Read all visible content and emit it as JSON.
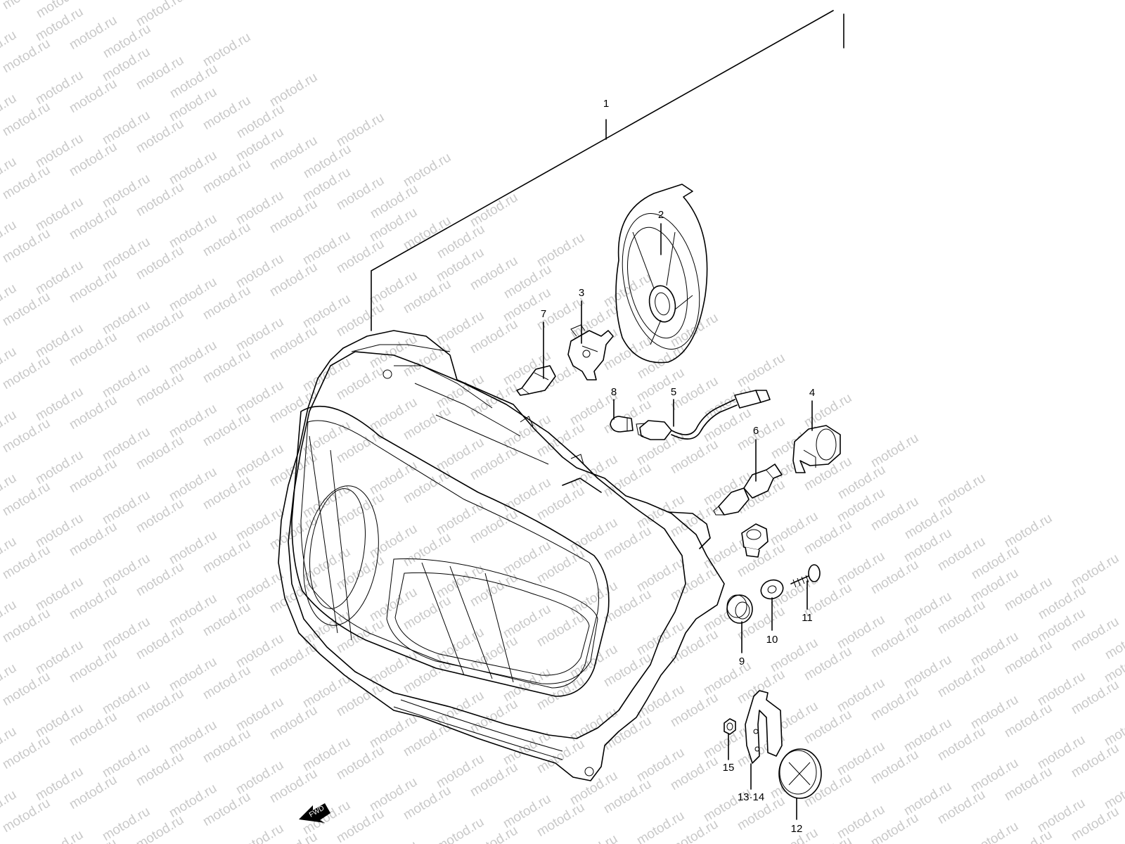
{
  "watermark": "motod.ru",
  "callouts": {
    "c1": "1",
    "c2": "2",
    "c3": "3",
    "c4": "4",
    "c5": "5",
    "c6": "6",
    "c7": "7",
    "c8": "8",
    "c9": "9",
    "c10": "10",
    "c11": "11",
    "c12": "12",
    "c13_14": "13·14",
    "c15": "15"
  },
  "fwd_label": "FWD"
}
